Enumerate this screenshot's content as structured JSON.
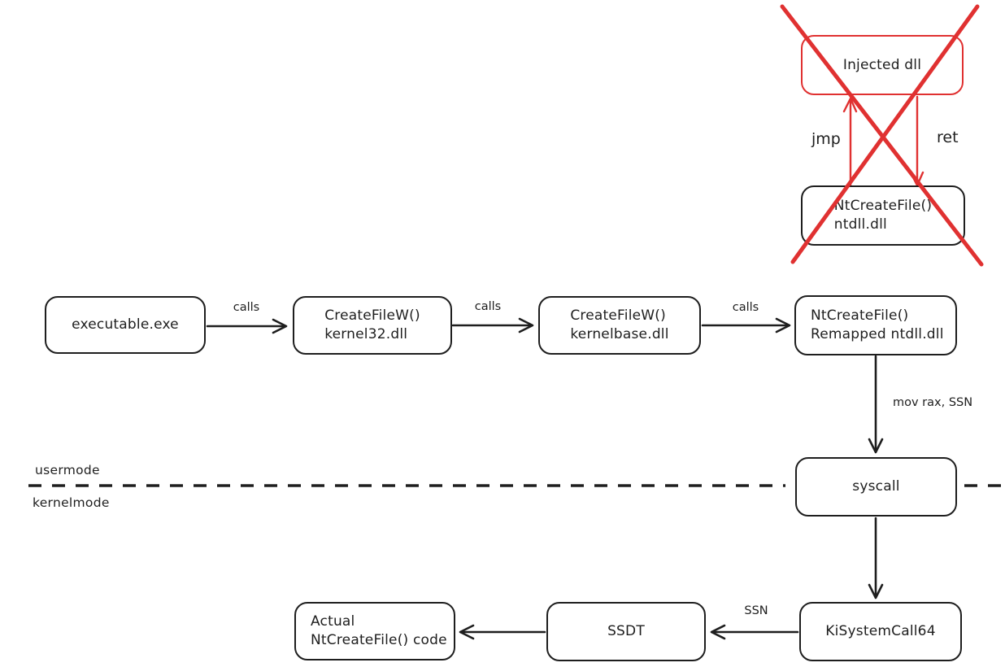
{
  "colors": {
    "stroke_black": "#1e1e1e",
    "accent_red": "#e03131",
    "background": "#ffffff"
  },
  "hook_group": {
    "injected_box": {
      "label": "Injected dll"
    },
    "ntdll_box": {
      "line1": "NtCreateFile()",
      "line2": "ntdll.dll"
    },
    "jmp_label": "jmp",
    "ret_label": "ret"
  },
  "main_flow": {
    "exe_box": {
      "label": "executable.exe"
    },
    "kernel32_box": {
      "line1": "CreateFileW()",
      "line2": "kernel32.dll"
    },
    "kernelbase_box": {
      "line1": "CreateFileW()",
      "line2": "kernelbase.dll"
    },
    "remapped_box": {
      "line1": "NtCreateFile()",
      "line2": "Remapped ntdll.dll"
    },
    "calls_label_1": "calls",
    "calls_label_2": "calls",
    "calls_label_3": "calls",
    "mov_rax_label": "mov rax, SSN"
  },
  "boundary": {
    "usermode_label": "usermode",
    "kernelmode_label": "kernelmode"
  },
  "kernel_flow": {
    "syscall_box": {
      "label": "syscall"
    },
    "kisystemcall_box": {
      "label": "KiSystemCall64"
    },
    "ssn_label": "SSN",
    "ssdt_box": {
      "label": "SSDT"
    },
    "actual_box": {
      "line1": "Actual",
      "line2": "NtCreateFile() code"
    }
  }
}
